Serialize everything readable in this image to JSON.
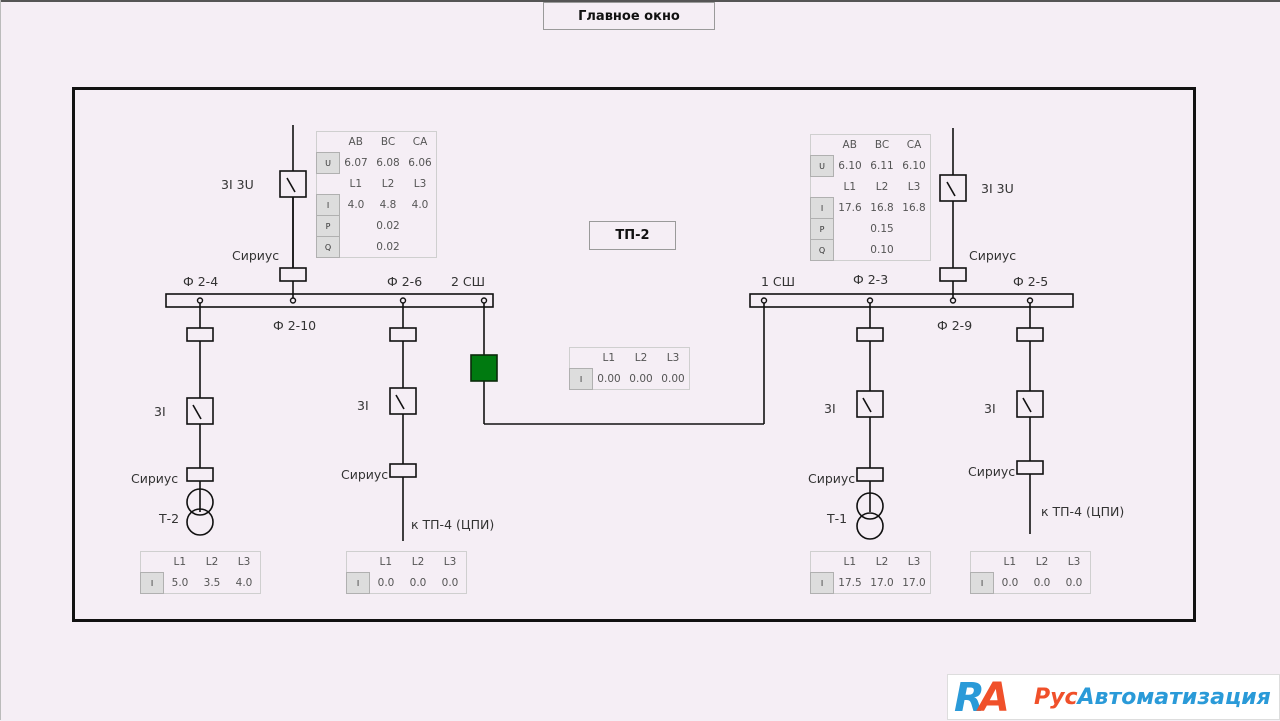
{
  "window": {
    "title": "Главное окно"
  },
  "substation": {
    "name": "ТП-2"
  },
  "colors": {
    "breaker_closed": "#007a10",
    "line": "#111111",
    "background": "#f5eef5"
  },
  "labels": {
    "left_incomer_protection": "3I 3U",
    "left_incomer_relay": "Сириус",
    "right_incomer_protection": "3I 3U",
    "right_incomer_relay": "Сириус",
    "bus2": "2 СШ",
    "bus1": "1 СШ",
    "f2_4": "Ф 2-4",
    "f2_10": "Ф 2-10",
    "f2_6": "Ф 2-6",
    "f2_3": "Ф 2-3",
    "f2_9": "Ф 2-9",
    "f2_5": "Ф 2-5",
    "f24_protection": "3I",
    "f24_relay": "Сириус",
    "f24_load": "Т-2",
    "f26_protection": "3I",
    "f26_relay": "Сириус",
    "f26_load": "к ТП-4 (ЦПИ)",
    "f23_protection": "3I",
    "f23_relay": "Сириус",
    "f23_load": "Т-1",
    "f25_protection": "3I",
    "f25_relay": "Сириус",
    "f25_load": "к ТП-4 (ЦПИ)"
  },
  "meas_left_incomer": {
    "u_headers": [
      "AB",
      "BC",
      "CA"
    ],
    "u_key": "U",
    "u_values": [
      "6.07",
      "6.08",
      "6.06"
    ],
    "i_headers": [
      "L1",
      "L2",
      "L3"
    ],
    "i_key": "I",
    "i_values": [
      "4.0",
      "4.8",
      "4.0"
    ],
    "p_key": "P",
    "p_value": "0.02",
    "q_key": "Q",
    "q_value": "0.02"
  },
  "meas_right_incomer": {
    "u_headers": [
      "AB",
      "BC",
      "CA"
    ],
    "u_key": "U",
    "u_values": [
      "6.10",
      "6.11",
      "6.10"
    ],
    "i_headers": [
      "L1",
      "L2",
      "L3"
    ],
    "i_key": "I",
    "i_values": [
      "17.6",
      "16.8",
      "16.8"
    ],
    "p_key": "P",
    "p_value": "0.15",
    "q_key": "Q",
    "q_value": "0.10"
  },
  "meas_sectional": {
    "headers": [
      "L1",
      "L2",
      "L3"
    ],
    "key": "I",
    "values": [
      "0.00",
      "0.00",
      "0.00"
    ]
  },
  "meas_f24": {
    "headers": [
      "L1",
      "L2",
      "L3"
    ],
    "key": "I",
    "values": [
      "5.0",
      "3.5",
      "4.0"
    ]
  },
  "meas_f26": {
    "headers": [
      "L1",
      "L2",
      "L3"
    ],
    "key": "I",
    "values": [
      "0.0",
      "0.0",
      "0.0"
    ]
  },
  "meas_f23": {
    "headers": [
      "L1",
      "L2",
      "L3"
    ],
    "key": "I",
    "values": [
      "17.5",
      "17.0",
      "17.0"
    ]
  },
  "meas_f25": {
    "headers": [
      "L1",
      "L2",
      "L3"
    ],
    "key": "I",
    "values": [
      "0.0",
      "0.0",
      "0.0"
    ]
  },
  "logo": {
    "mark_r": "R",
    "mark_a": "A",
    "name_part1": "Рус",
    "name_part2": "Автоматизация"
  }
}
